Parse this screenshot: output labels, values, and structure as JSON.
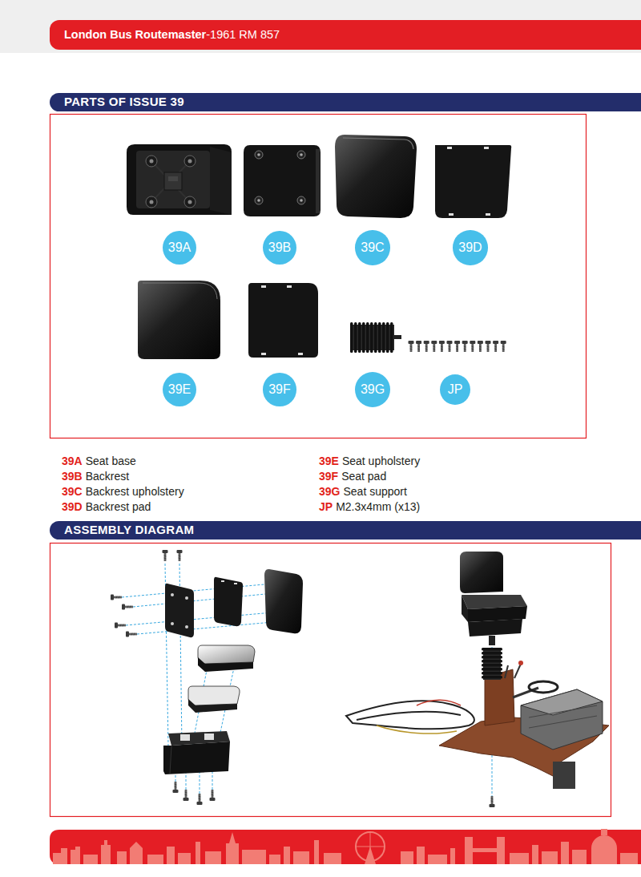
{
  "diagram": {
    "nodes": [
      {
        "text": [
          "London Bus Routemaster",
          "-1961 RM 857"
        ]
      },
      {
        "text": [
          "PARTS OF ISSUE 39"
        ]
      },
      {
        "text": [
          "39A"
        ]
      },
      {
        "text": [
          "39B"
        ]
      },
      {
        "text": [
          "39C"
        ]
      },
      {
        "text": [
          "39D"
        ]
      },
      {
        "text": [
          "39E"
        ]
      },
      {
        "text": [
          "39F"
        ]
      },
      {
        "text": [
          "39G"
        ]
      },
      {
        "text": [
          "JP"
        ]
      },
      {
        "text": [
          "ASSEMBLY DIAGRAM"
        ]
      }
    ],
    "labels": [
      "39A",
      "Seat base",
      "39B",
      "Backrest",
      "39C",
      "Backrest upholstery",
      "39D",
      "Backrest pad",
      "39E",
      "Seat upholstery",
      "39F",
      "Seat pad",
      "39G",
      "Seat support",
      "JP",
      "M2.3x4mm (x13)"
    ]
  }
}
